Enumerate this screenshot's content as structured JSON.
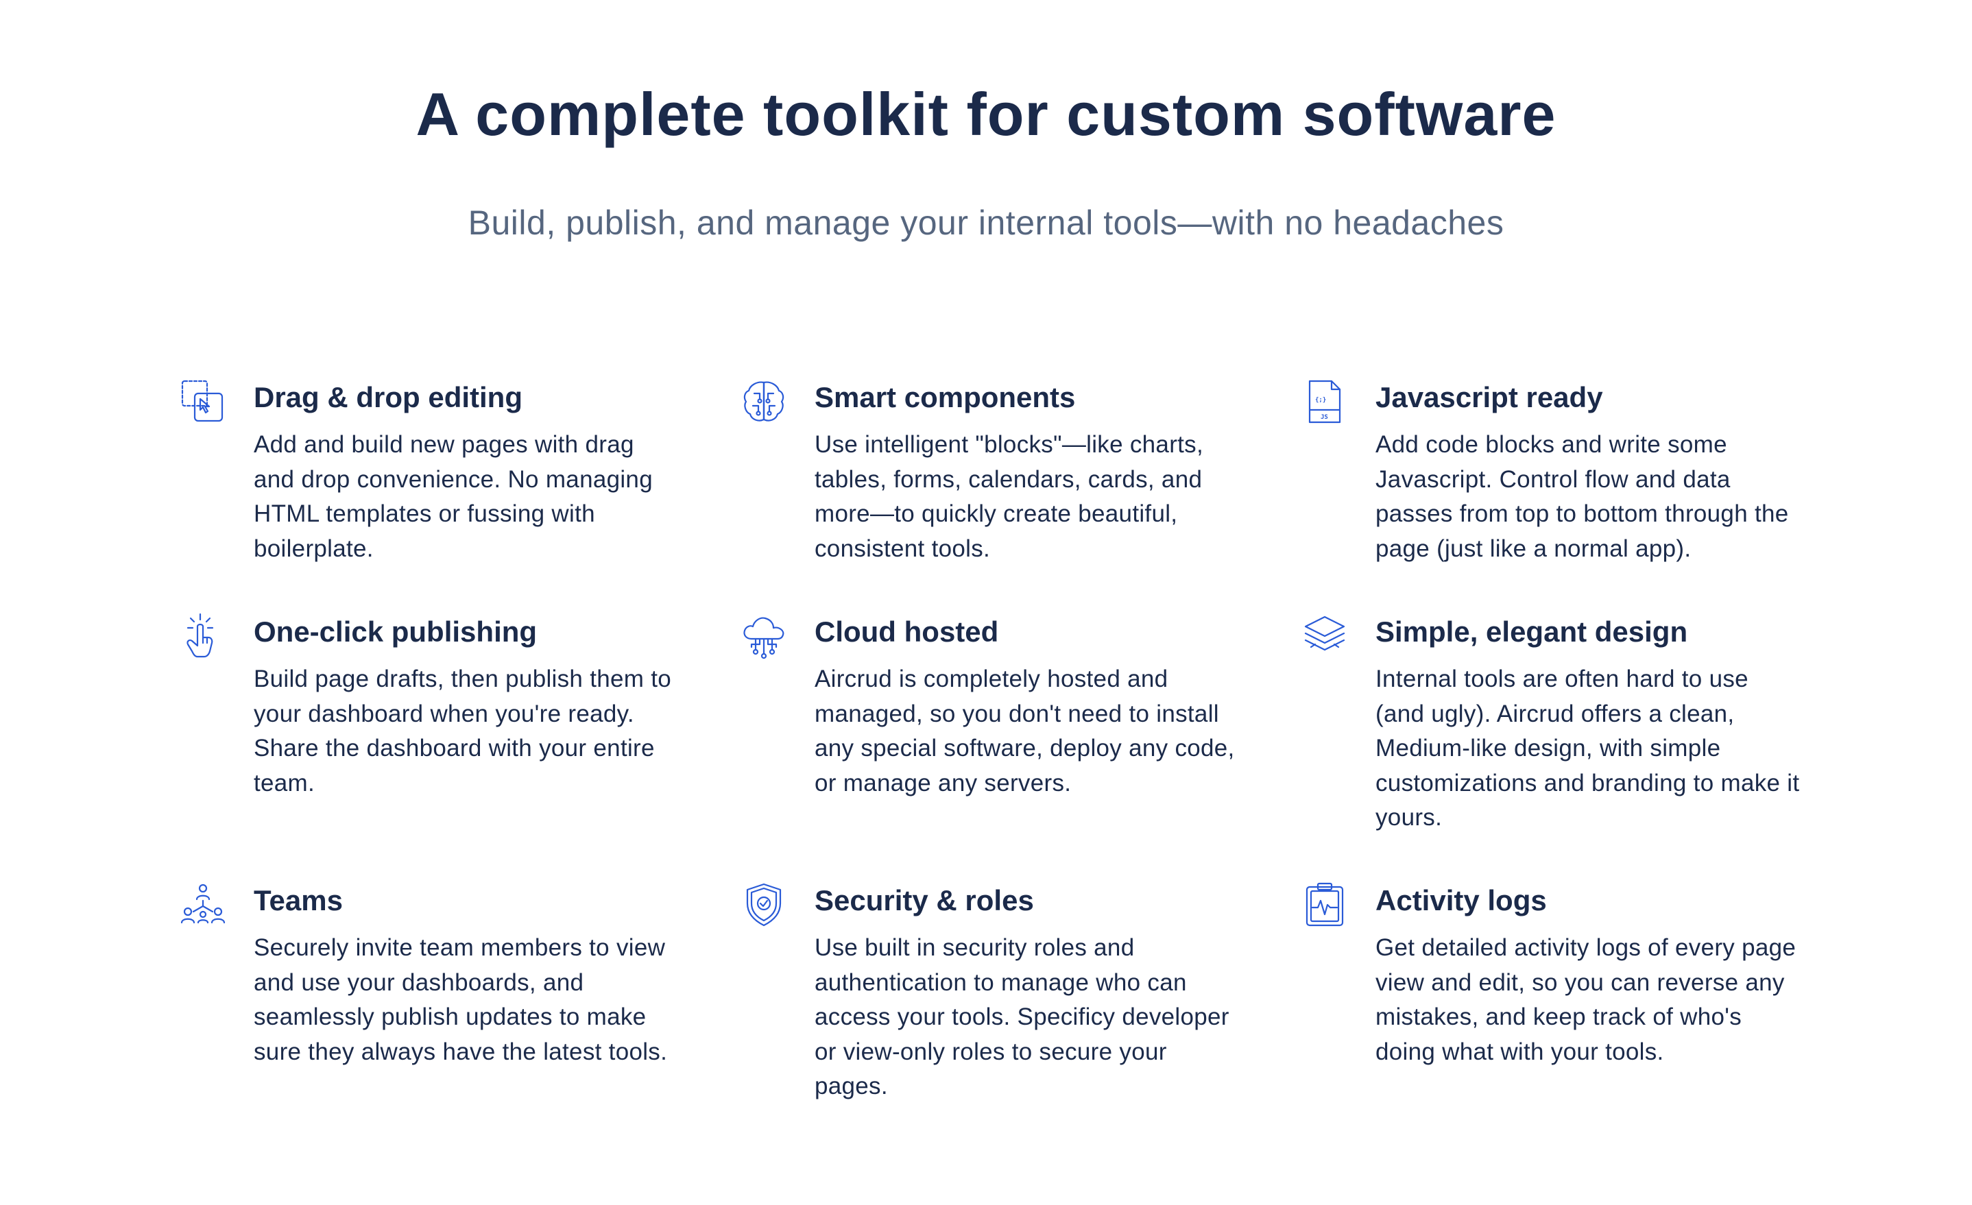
{
  "header": {
    "title": "A complete toolkit for custom software",
    "subtitle": "Build, publish, and manage your internal tools—with no headaches"
  },
  "colors": {
    "heading": "#1b2a4a",
    "subtitle": "#56667f",
    "icon_accent": "#2a5bd7",
    "background": "#ffffff"
  },
  "features": [
    {
      "icon": "drag-drop-icon",
      "title": "Drag & drop editing",
      "description": "Add and build new pages with drag and drop convenience. No managing HTML templates or fussing with boilerplate."
    },
    {
      "icon": "brain-circuit-icon",
      "title": "Smart components",
      "description": "Use intelligent \"blocks\"—like charts, tables, forms, calendars, cards, and more—to quickly create beautiful, consistent tools."
    },
    {
      "icon": "js-file-icon",
      "title": "Javascript ready",
      "description": "Add code blocks and write some Javascript. Control flow and data passes from top to bottom through the page (just like a normal app)."
    },
    {
      "icon": "tap-hand-icon",
      "title": "One-click publishing",
      "description": "Build page drafts, then publish them to your dashboard when you're ready. Share the dashboard with your entire team."
    },
    {
      "icon": "cloud-network-icon",
      "title": "Cloud hosted",
      "description": "Aircrud is completely hosted and managed, so you don't need to install any special software, deploy any code, or manage any servers."
    },
    {
      "icon": "layers-icon",
      "title": "Simple, elegant design",
      "description": "Internal tools are often hard to use (and ugly). Aircrud offers a clean, Medium-like design, with simple customizations and branding to make it yours."
    },
    {
      "icon": "team-hierarchy-icon",
      "title": "Teams",
      "description": "Securely invite team members to view and use your dashboards, and seamlessly publish updates to make sure they always have the latest tools."
    },
    {
      "icon": "shield-check-icon",
      "title": "Security & roles",
      "description": "Use built in security roles and authentication to manage who can access your tools. Specificy developer or view-only roles to secure your pages."
    },
    {
      "icon": "clipboard-pulse-icon",
      "title": "Activity logs",
      "description": "Get detailed activity logs of every page view and edit, so you can reverse any mistakes, and keep track of who's doing what with your tools."
    }
  ],
  "icon_labels": {
    "js_file_braces": "{;}",
    "js_file_tag": "JS"
  }
}
